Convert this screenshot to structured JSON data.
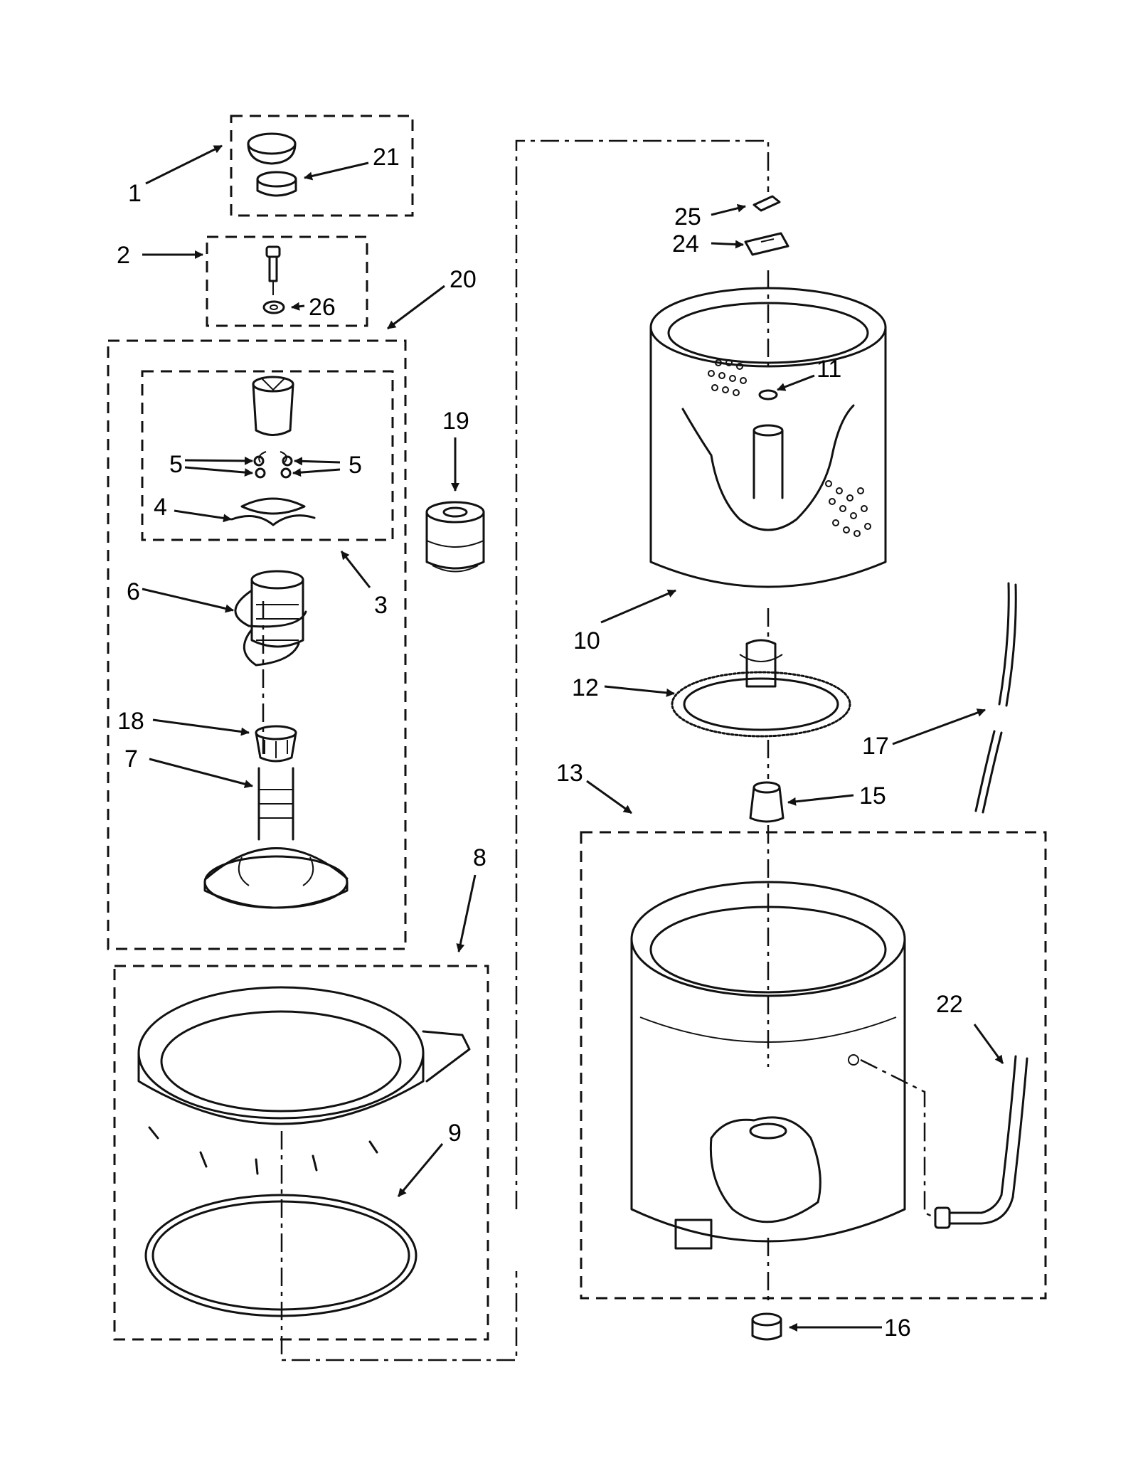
{
  "diagram": {
    "callouts": {
      "c1": "1",
      "c2": "2",
      "c3": "3",
      "c4": "4",
      "c5a": "5",
      "c5b": "5",
      "c6": "6",
      "c7": "7",
      "c8": "8",
      "c9": "9",
      "c10": "10",
      "c11": "11",
      "c12": "12",
      "c13": "13",
      "c15": "15",
      "c16": "16",
      "c17": "17",
      "c18": "18",
      "c19": "19",
      "c20": "20",
      "c21": "21",
      "c22": "22",
      "c24": "24",
      "c25": "25",
      "c26": "26"
    }
  }
}
